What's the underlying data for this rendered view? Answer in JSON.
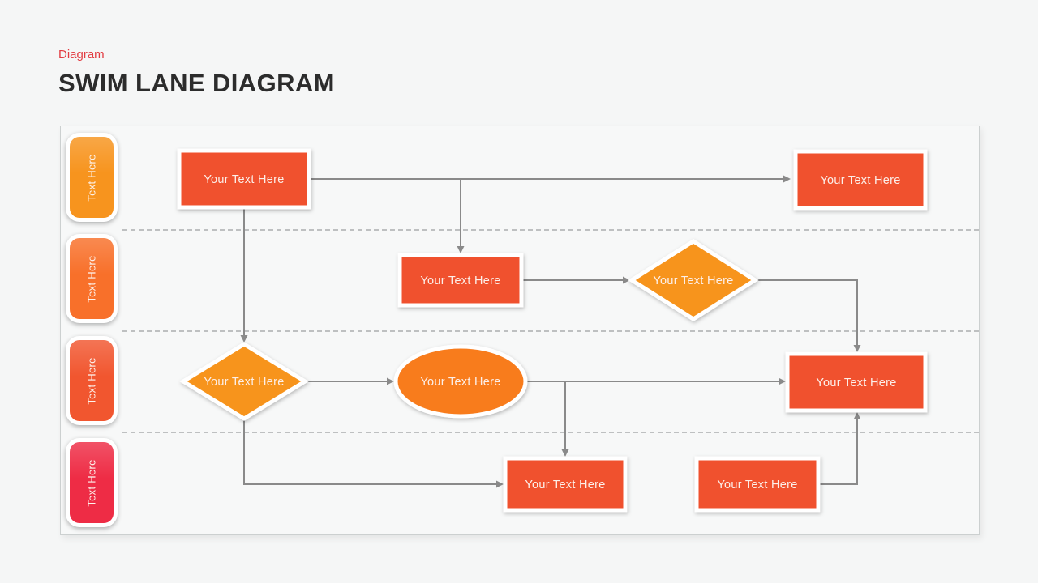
{
  "header": {
    "eyebrow": "Diagram",
    "title": "SWIM LANE DIAGRAM"
  },
  "colors": {
    "eyebrow": "#e23b41",
    "title": "#2c2c2c",
    "rect_fill": "#f0512f",
    "diamond_fill": "#f7941e",
    "ellipse_fill": "#f87c1f",
    "connector": "#8a8a8a",
    "lane_divider": "#9b9fa0",
    "shape_text": "#fcefe9"
  },
  "diagram": {
    "lanes": [
      {
        "label": "Text Here",
        "color": "#f7941e"
      },
      {
        "label": "Text Here",
        "color": "#f8702a"
      },
      {
        "label": "Text Here",
        "color": "#f1562f"
      },
      {
        "label": "Text Here",
        "color": "#ee2c45"
      }
    ],
    "shapes": [
      {
        "id": "process-1",
        "type": "rect",
        "lane": 1,
        "label": "Your Text Here"
      },
      {
        "id": "process-2",
        "type": "rect",
        "lane": 1,
        "label": "Your Text Here"
      },
      {
        "id": "process-3",
        "type": "rect",
        "lane": 2,
        "label": "Your Text Here"
      },
      {
        "id": "decision-1",
        "type": "diamond",
        "lane": 2,
        "label": "Your Text Here"
      },
      {
        "id": "decision-2",
        "type": "diamond",
        "lane": 3,
        "label": "Your Text Here"
      },
      {
        "id": "terminator-1",
        "type": "ellipse",
        "lane": 3,
        "label": "Your Text Here"
      },
      {
        "id": "process-4",
        "type": "rect",
        "lane": 3,
        "label": "Your Text Here"
      },
      {
        "id": "process-5",
        "type": "rect",
        "lane": 4,
        "label": "Your Text Here"
      },
      {
        "id": "process-6",
        "type": "rect",
        "lane": 4,
        "label": "Your Text Here"
      }
    ]
  }
}
